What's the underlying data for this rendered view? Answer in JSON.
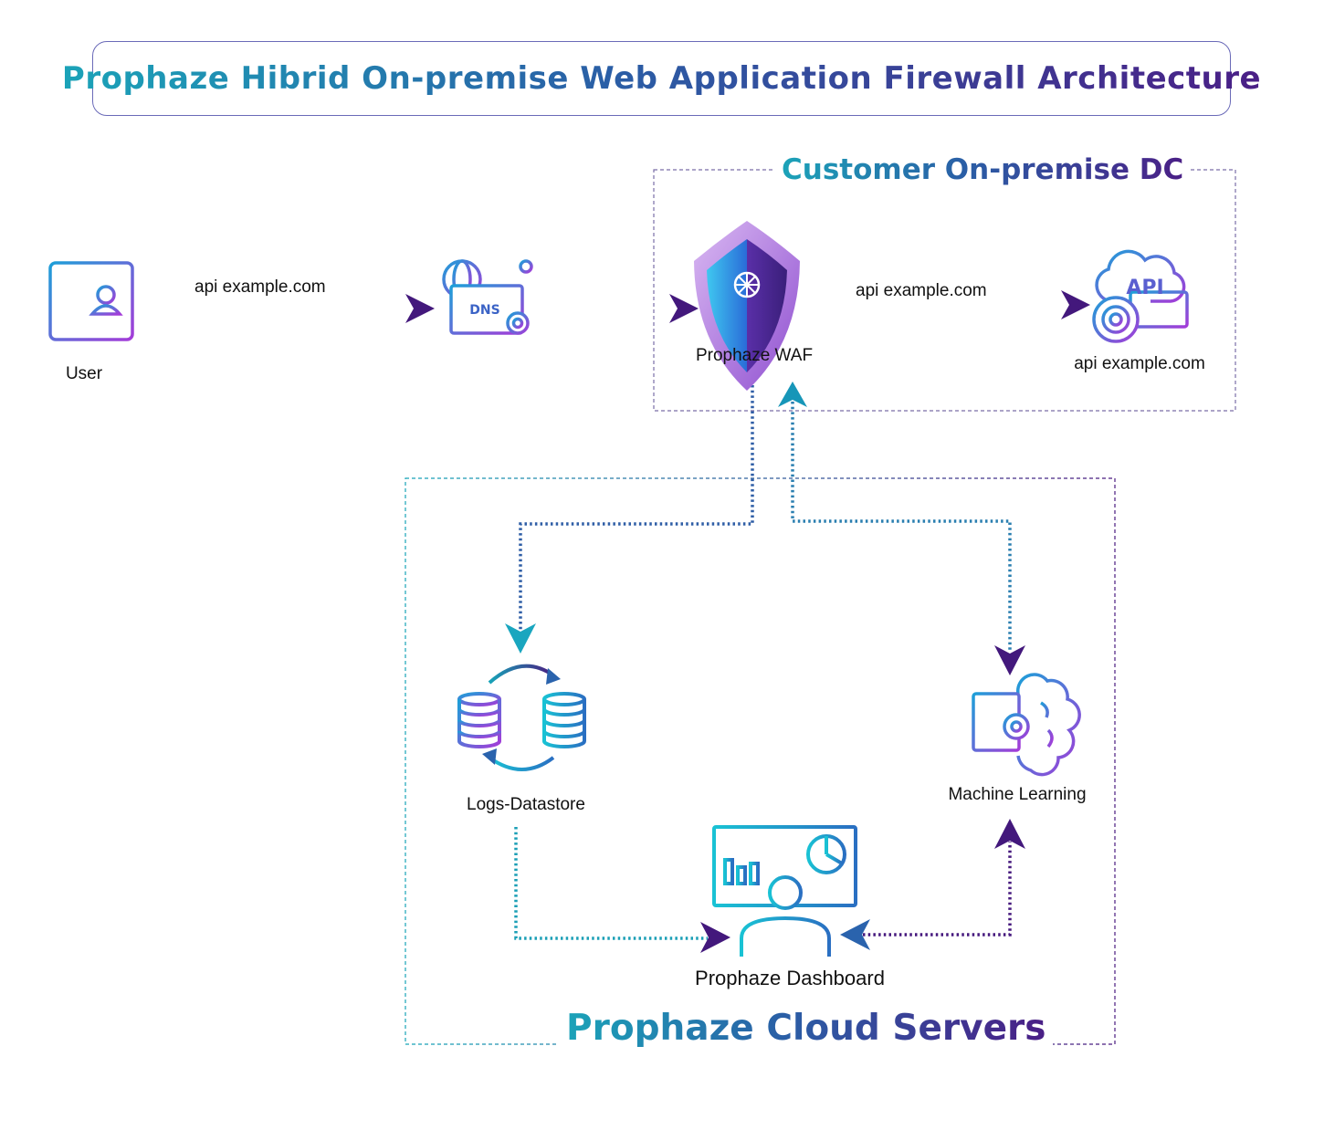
{
  "title": "Prophaze Hibrid On-premise Web Application Firewall Architecture",
  "groups": {
    "onprem": "Customer On-premise DC",
    "cloud": "Prophaze Cloud Servers"
  },
  "nodes": {
    "user": "User",
    "waf": "Prophaze WAF",
    "api_server": "api example.com",
    "logs": "Logs-Datastore",
    "ml": "Machine Learning",
    "dashboard": "Prophaze Dashboard"
  },
  "edges": {
    "user_to_dns": "api example.com",
    "waf_to_api": "api example.com"
  },
  "icons": {
    "dns": "DNS",
    "api": "API"
  },
  "colors": {
    "teal": "#17a4b8",
    "blue": "#2a63ad",
    "purple": "#46197e"
  }
}
